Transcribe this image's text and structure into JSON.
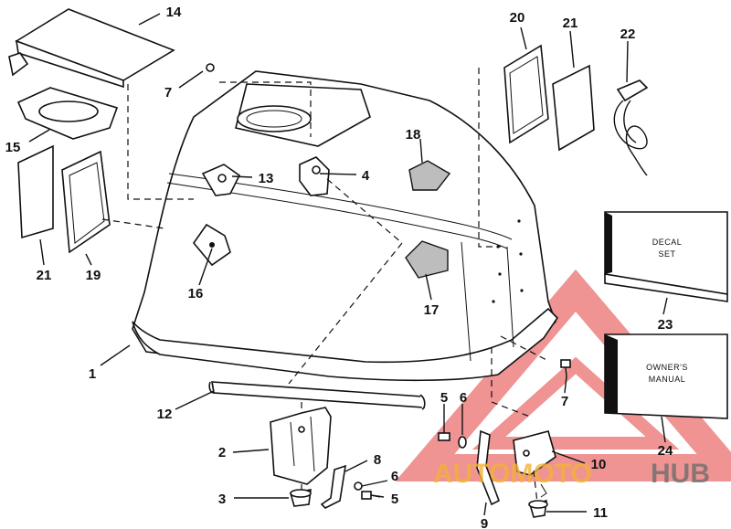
{
  "callouts": {
    "c1": "1",
    "c2": "2",
    "c3": "3",
    "c4": "4",
    "c5a": "5",
    "c5b": "5",
    "c6a": "6",
    "c6b": "6",
    "c7a": "7",
    "c7b": "7",
    "c8": "8",
    "c9": "9",
    "c10": "10",
    "c11": "11",
    "c12": "12",
    "c13": "13",
    "c14": "14",
    "c15": "15",
    "c16": "16",
    "c17": "17",
    "c18": "18",
    "c19": "19",
    "c20": "20",
    "c21a": "21",
    "c21b": "21",
    "c22": "22",
    "c23": "23",
    "c24": "24"
  },
  "decal_box": {
    "line1": "DECAL",
    "line2": "SET"
  },
  "manual_box": {
    "line1": "OWNER'S",
    "line2": "MANUAL"
  },
  "watermark": {
    "part1": "AUTOMOTO",
    "part2": "HUB"
  },
  "colors": {
    "ink": "#111111",
    "watermark_red": "#e23b3b",
    "watermark_orange": "#f3b23a",
    "watermark_gray": "#6e6e6e"
  }
}
